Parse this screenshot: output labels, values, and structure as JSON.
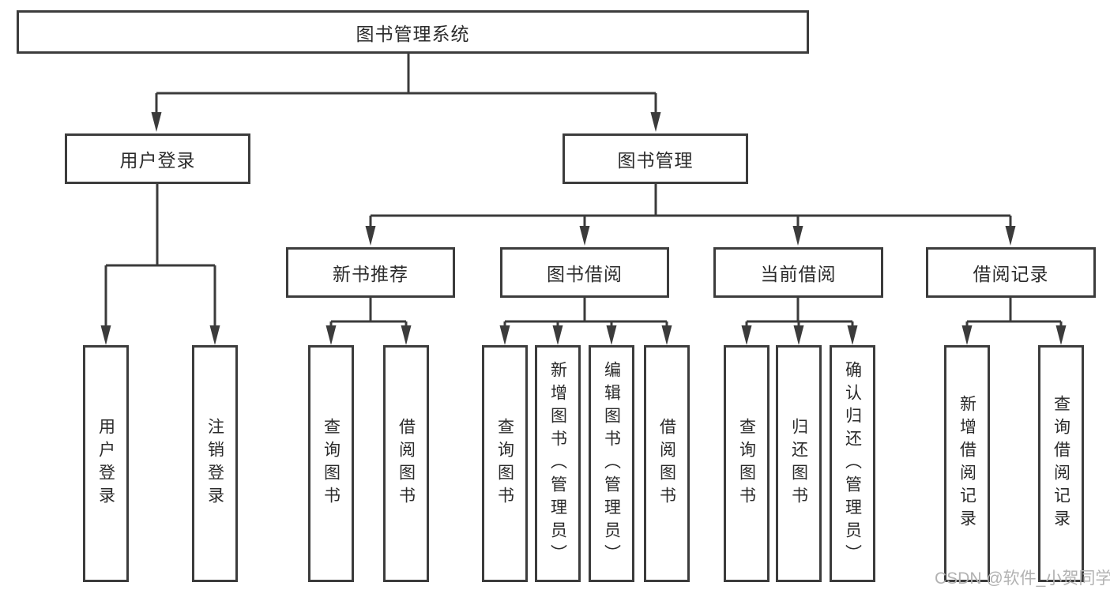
{
  "diagram_title": "图书管理系统",
  "nodes": {
    "root": {
      "label": "图书管理系统"
    },
    "user_login": {
      "label": "用户登录",
      "children": [
        {
          "label": "用户登录"
        },
        {
          "label": "注销登录"
        }
      ]
    },
    "book_mgmt": {
      "label": "图书管理",
      "children": [
        {
          "label": "新书推荐",
          "children": [
            {
              "label": "查询图书"
            },
            {
              "label": "借阅图书"
            }
          ]
        },
        {
          "label": "图书借阅",
          "children": [
            {
              "label": "查询图书"
            },
            {
              "label": "新增图书（管理员）"
            },
            {
              "label": "编辑图书（管理员）"
            },
            {
              "label": "借阅图书"
            }
          ]
        },
        {
          "label": "当前借阅",
          "children": [
            {
              "label": "查询图书"
            },
            {
              "label": "归还图书"
            },
            {
              "label": "确认归还（管理员）"
            }
          ]
        },
        {
          "label": "借阅记录",
          "children": [
            {
              "label": "新增借阅记录"
            },
            {
              "label": "查询借阅记录"
            }
          ]
        }
      ]
    }
  },
  "watermark": {
    "text": "CSDN @软件_小贺同学"
  },
  "colors": {
    "line": "#3b3b3b",
    "box_border": "#3c3c3c",
    "text": "#2b2b2b",
    "watermark": "#b2b2b2",
    "background": "#ffffff"
  }
}
